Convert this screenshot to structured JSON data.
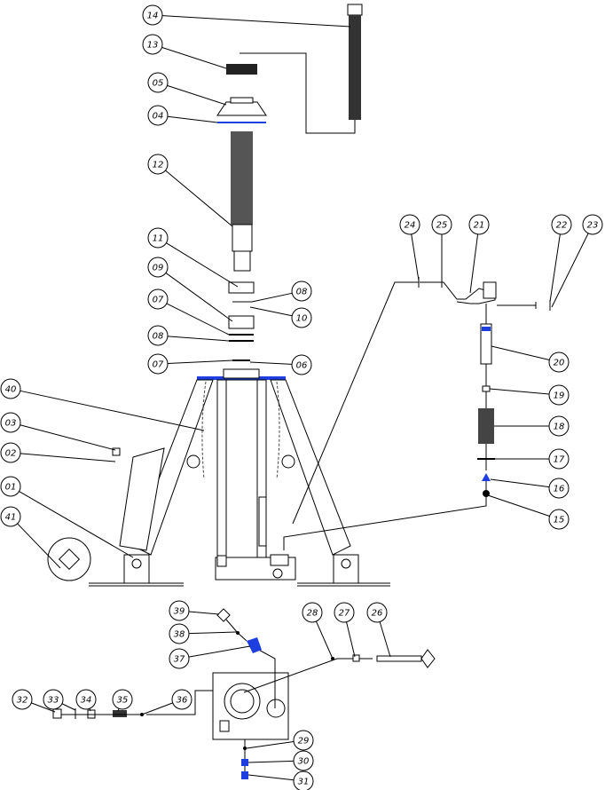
{
  "drawing": {
    "title": "Exploded assembly drawing",
    "callouts": [
      "14",
      "13",
      "05",
      "04",
      "12",
      "11",
      "09",
      "07",
      "08",
      "07",
      "06",
      "08",
      "10",
      "40",
      "03",
      "02",
      "01",
      "41",
      "24",
      "25",
      "21",
      "22",
      "23",
      "20",
      "19",
      "18",
      "17",
      "16",
      "15",
      "39",
      "38",
      "37",
      "28",
      "27",
      "26",
      "32",
      "33",
      "34",
      "35",
      "36",
      "29",
      "30",
      "31"
    ]
  },
  "colors": {
    "line": "#000000",
    "highlight": "#1f3ee0"
  }
}
